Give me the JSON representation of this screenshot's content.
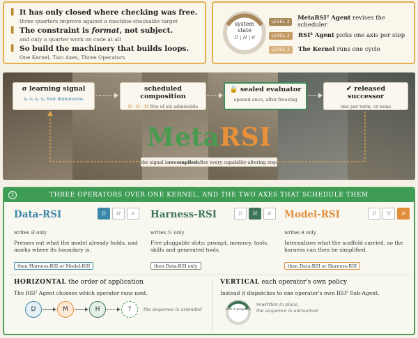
{
  "left_panel": {
    "lines": [
      {
        "main_plain": "It has only closed where checking was free.",
        "sub": "three quarters improve against a machine-checkable target"
      },
      {
        "main_pre": "The constraint is ",
        "main_em": "format",
        "main_post": ", not subject.",
        "sub": "and only a quarter work on code at all"
      },
      {
        "main_plain": "So build the machinery that builds loops.",
        "sub": ""
      }
    ],
    "footer": "One Kernel, Two Axes, Three Operators"
  },
  "right_panel": {
    "state_label_line1": "system",
    "state_label_line2": "state",
    "state_sub": "D | H | θ",
    "levels": [
      {
        "badge": "LEVEL 3",
        "bold": "MetaRSI² Agent",
        "rest": " revises the scheduler",
        "color": "#a8875b"
      },
      {
        "badge": "LEVEL 2",
        "bold": "RSI² Agent",
        "rest": " picks one axis per step",
        "color": "#c49a63"
      },
      {
        "badge": "LEVEL 1",
        "bold": "The Kernel",
        "rest": " runs one cycle",
        "color": "#d8b27d"
      }
    ]
  },
  "banner": {
    "stages": [
      {
        "title": "σ   learning signal",
        "meta": "xₛ  xᵣ  xₔ  xₐ   four dimensions"
      },
      {
        "title": "scheduled composition",
        "meta_blue": "D · H · M",
        "meta_rest": "   five of six admissible"
      },
      {
        "title": "sealed evaluator",
        "meta": "opened once, after freezing"
      },
      {
        "title": "released successor",
        "meta": "one per term, or none"
      }
    ],
    "logo_part1": "Meta",
    "logo_part2": "RSI",
    "recompiled_pre": "the signal is ",
    "recompiled_bold": "recompiled",
    "recompiled_post": " after every capability-altering step"
  },
  "bottom": {
    "number": "3",
    "heading": "THREE OPERATORS OVER ONE KERNEL, AND THE TWO AXES THAT SCHEDULE THEM",
    "operators": [
      {
        "name": "Data-RSI",
        "color": "#3b87a8",
        "writes": "writes 𝒟 only",
        "desc": "Presses out what the model already holds, and marks where its boundary is.",
        "then": "then Harness-RSI or Model-RSI",
        "boxes": [
          "D",
          "H",
          "θ"
        ],
        "active": 0,
        "active_color": "#3b87a8",
        "then_border": "#3b87a8"
      },
      {
        "name": "Harness-RSI",
        "color": "#3e7556",
        "writes": "writes ℋ only",
        "desc": "Five pluggable slots: prompt, memory, tools, skills and generated tools.",
        "then": "then Data-RSI only",
        "boxes": [
          "D",
          "H",
          "θ"
        ],
        "active": 1,
        "active_color": "#3e7556",
        "then_border": "#888"
      },
      {
        "name": "Model-RSI",
        "color": "#e08d3c",
        "writes": "writes θ only",
        "desc": "Internalizes what the scaffold carried, so the harness can then be simplified.",
        "then": "then Data-RSI or Harness-RSI",
        "boxes": [
          "D",
          "N",
          "θ"
        ],
        "active": 2,
        "active_color": "#e08d3c",
        "then_border": "#e08d3c"
      }
    ],
    "horizontal": {
      "title_bold": "HORIZONTAL",
      "title_rest": "  the order of application",
      "desc": "The RSI² Agent chooses which operator runs next.",
      "nodes": [
        "D",
        "M",
        "H",
        "?"
      ],
      "note": "the sequence is extended"
    },
    "vertical": {
      "title_bold": "VERTICAL",
      "title_rest": "  each operator's own policy",
      "desc": "Instead it dispatches to one operator's own RSI² Sub-Agent.",
      "dial_label": "how it proposes",
      "note_line1": "rewritten in place,",
      "note_line2": "the sequence is untouched"
    }
  }
}
